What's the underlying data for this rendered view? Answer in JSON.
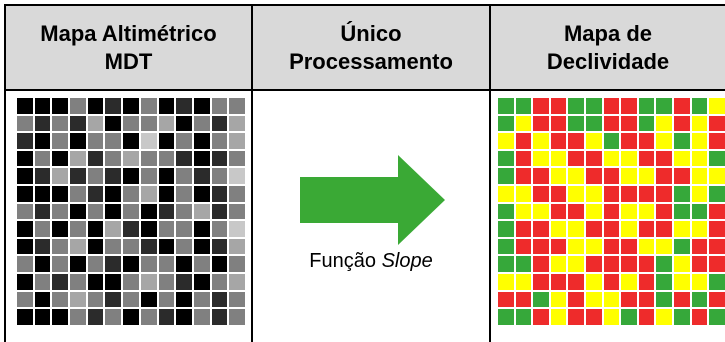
{
  "headers": {
    "col1": "Mapa Altimétrico\nMDT",
    "col2": "Único\nProcessamento",
    "col3": "Mapa de\nDeclividade"
  },
  "caption": {
    "prefix": "Função",
    "italic": "Slope"
  },
  "colors": {
    "border": "#000000",
    "header_bg": "#d9d9d9",
    "arrow": "#3aa935",
    "dem": [
      "#000000",
      "#2b2b2b",
      "#808080",
      "#a6a6a6",
      "#c8c8c8"
    ],
    "slope": [
      "#36a83a",
      "#ffff00",
      "#ee2b2b"
    ]
  },
  "dem_grid": [
    [
      0,
      0,
      0,
      2,
      0,
      1,
      0,
      2,
      0,
      1,
      0,
      2,
      2
    ],
    [
      2,
      1,
      2,
      1,
      3,
      0,
      2,
      2,
      3,
      0,
      2,
      1,
      3
    ],
    [
      1,
      0,
      2,
      0,
      2,
      2,
      0,
      4,
      0,
      2,
      0,
      2,
      3
    ],
    [
      0,
      2,
      0,
      3,
      1,
      2,
      3,
      2,
      2,
      1,
      0,
      1,
      2
    ],
    [
      0,
      1,
      3,
      1,
      2,
      1,
      0,
      2,
      0,
      2,
      1,
      2,
      4
    ],
    [
      0,
      0,
      0,
      2,
      1,
      0,
      2,
      3,
      0,
      2,
      0,
      1,
      2
    ],
    [
      2,
      1,
      2,
      0,
      2,
      0,
      2,
      0,
      1,
      2,
      3,
      1,
      2
    ],
    [
      0,
      2,
      0,
      2,
      0,
      3,
      1,
      0,
      2,
      2,
      0,
      2,
      4
    ],
    [
      0,
      1,
      2,
      3,
      0,
      2,
      2,
      1,
      0,
      2,
      0,
      1,
      3
    ],
    [
      2,
      0,
      2,
      0,
      2,
      1,
      0,
      2,
      2,
      0,
      2,
      0,
      2
    ],
    [
      0,
      2,
      1,
      2,
      0,
      0,
      2,
      3,
      2,
      1,
      0,
      2,
      3
    ],
    [
      2,
      0,
      2,
      3,
      2,
      1,
      2,
      0,
      2,
      0,
      2,
      1,
      2
    ],
    [
      0,
      0,
      0,
      2,
      1,
      2,
      0,
      2,
      1,
      0,
      2,
      1,
      2
    ]
  ],
  "slope_grid": [
    [
      0,
      0,
      2,
      2,
      0,
      0,
      2,
      2,
      0,
      0,
      2,
      0,
      1
    ],
    [
      0,
      1,
      2,
      2,
      0,
      0,
      2,
      2,
      0,
      1,
      2,
      1,
      2
    ],
    [
      1,
      2,
      1,
      2,
      2,
      1,
      0,
      2,
      2,
      1,
      0,
      1,
      2
    ],
    [
      0,
      2,
      1,
      1,
      2,
      2,
      1,
      1,
      2,
      2,
      1,
      1,
      0
    ],
    [
      0,
      2,
      2,
      1,
      1,
      2,
      2,
      1,
      1,
      2,
      2,
      1,
      1
    ],
    [
      1,
      1,
      2,
      2,
      1,
      1,
      2,
      2,
      2,
      2,
      0,
      1,
      0
    ],
    [
      0,
      1,
      1,
      2,
      2,
      1,
      2,
      1,
      1,
      2,
      0,
      0,
      2
    ],
    [
      0,
      2,
      2,
      1,
      1,
      2,
      2,
      1,
      2,
      2,
      1,
      1,
      2
    ],
    [
      0,
      2,
      2,
      2,
      1,
      1,
      2,
      2,
      1,
      1,
      0,
      2,
      2
    ],
    [
      0,
      0,
      2,
      1,
      1,
      2,
      2,
      2,
      2,
      0,
      1,
      2,
      2
    ],
    [
      1,
      1,
      2,
      2,
      2,
      1,
      2,
      1,
      2,
      0,
      1,
      1,
      0
    ],
    [
      2,
      2,
      0,
      1,
      2,
      1,
      1,
      2,
      2,
      0,
      2,
      0,
      2
    ],
    [
      0,
      0,
      2,
      1,
      2,
      2,
      1,
      0,
      2,
      1,
      0,
      2,
      0
    ]
  ]
}
